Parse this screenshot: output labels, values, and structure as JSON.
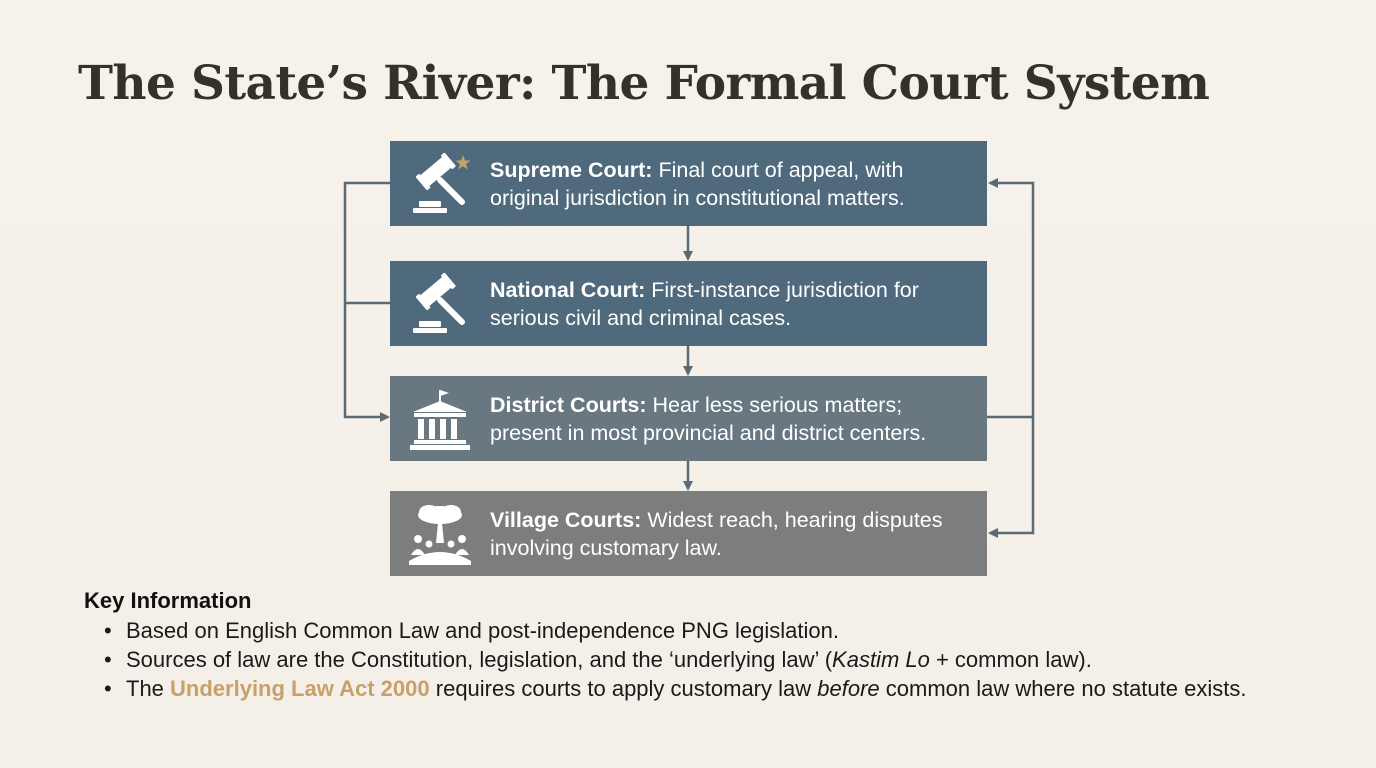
{
  "title": "The State’s River: The Formal Court System",
  "colors": {
    "background": "#f5f1ea",
    "supreme_box": "#4e6a7c",
    "national_box": "#4e6a7c",
    "district_box": "#697780",
    "village_box": "#7b7d7e",
    "connector": "#5a6b75",
    "highlight": "#c8a06a",
    "star": "#c8a06a"
  },
  "courts": [
    {
      "name": "Supreme Court:",
      "description": "Final court of appeal, with original jurisdiction in constitutional matters.",
      "icon": "gavel-star-icon"
    },
    {
      "name": "National Court:",
      "description": "First-instance jurisdiction for serious civil and criminal cases.",
      "icon": "gavel-icon"
    },
    {
      "name": "District Courts:",
      "description": "Hear less serious matters; present in most provincial and district centers.",
      "icon": "courthouse-icon"
    },
    {
      "name": "Village Courts:",
      "description": "Widest reach, hearing disputes involving customary law.",
      "icon": "village-tree-icon"
    }
  ],
  "key_info": {
    "heading": "Key Information",
    "item1": "Based on English Common Law and post-independence PNG legislation.",
    "item2": {
      "part1": "Sources of law are the Constitution, legislation, and the ‘underlying law’ (",
      "italic": "Kastim Lo",
      "part2": " + common law)."
    },
    "item3": {
      "part1": "The ",
      "highlight": "Underlying Law Act 2000",
      "part2": " requires courts to apply customary law ",
      "italic": "before",
      "part3": " common law where no statute exists."
    }
  }
}
